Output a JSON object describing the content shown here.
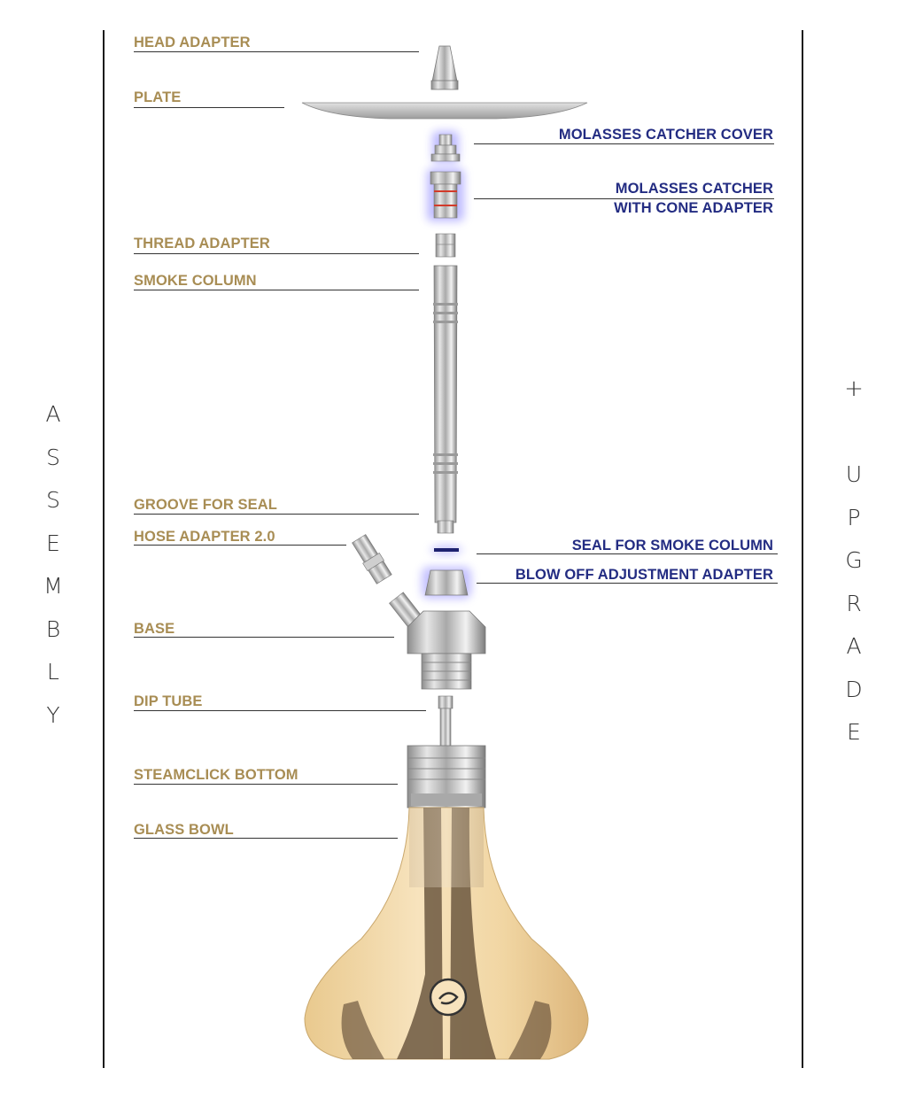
{
  "side_titles": {
    "left_letters": [
      "A",
      "S",
      "S",
      "E",
      "M",
      "B",
      "L",
      "Y"
    ],
    "right_plus": "+",
    "right_letters": [
      "U",
      "P",
      "G",
      "R",
      "A",
      "D",
      "E"
    ]
  },
  "labels": {
    "head_adapter": "HEAD ADAPTER",
    "plate": "PLATE",
    "molasses_catcher_cover": "MOLASSES CATCHER COVER",
    "molasses_catcher_line1": "MOLASSES CATCHER",
    "molasses_catcher_line2": "WITH CONE ADAPTER",
    "thread_adapter": "THREAD ADAPTER",
    "smoke_column": "SMOKE COLUMN",
    "groove_for_seal": "GROOVE FOR SEAL",
    "hose_adapter": "HOSE ADAPTER 2.0",
    "seal_for_smoke_column": "SEAL FOR SMOKE COLUMN",
    "blow_off_adjustment_adapter": "BLOW OFF ADJUSTMENT ADAPTER",
    "base": "BASE",
    "dip_tube": "DIP TUBE",
    "steamclick_bottom": "STEAMCLICK BOTTOM",
    "glass_bowl": "GLASS BOWL"
  },
  "colors": {
    "assembly_label": "#a88d54",
    "upgrade_label": "#232c82",
    "upgrade_glow": "#8a84ff",
    "bowl_amber": "#f3d9a8",
    "bowl_stripe": "#5a4530"
  }
}
